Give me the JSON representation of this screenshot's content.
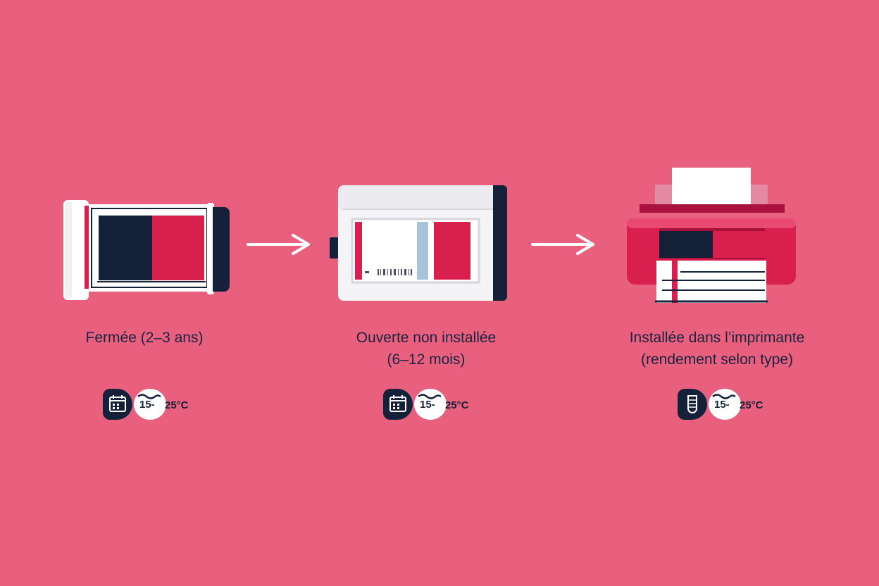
{
  "stages": [
    {
      "id": "fermee",
      "label_lines": [
        "Fermée (2–3 ans)"
      ],
      "badge": {
        "icon": "calendar-icon",
        "temp_low": "15-",
        "temp_high": "25°C"
      }
    },
    {
      "id": "ouverte",
      "label_lines": [
        "Ouverte non installée",
        "(6–12 mois)"
      ],
      "badge": {
        "icon": "calendar-icon",
        "temp_low": "15-",
        "temp_high": "25°C"
      }
    },
    {
      "id": "installee",
      "label_lines": [
        "Installée dans l’imprimante",
        "(rendement selon type)"
      ],
      "badge": {
        "icon": "ink-level-icon",
        "temp_low": "15-",
        "temp_high": "25°C"
      }
    }
  ],
  "colors": {
    "background": "#e8607e",
    "navy": "#142138",
    "crimson": "#d81f4e",
    "white": "#ffffff"
  }
}
